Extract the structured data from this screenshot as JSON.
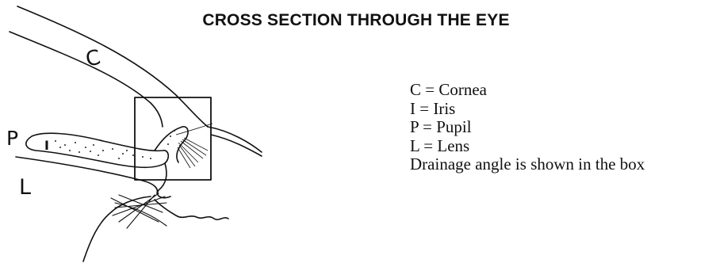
{
  "title": "CROSS SECTION THROUGH THE EYE",
  "diagram_labels": {
    "cornea": "C",
    "pupil": "P",
    "lens": "L",
    "iris": "I"
  },
  "legend": [
    "C = Cornea",
    "I = Iris",
    "P = Pupil",
    "L = Lens",
    "Drainage angle is shown in the box"
  ]
}
